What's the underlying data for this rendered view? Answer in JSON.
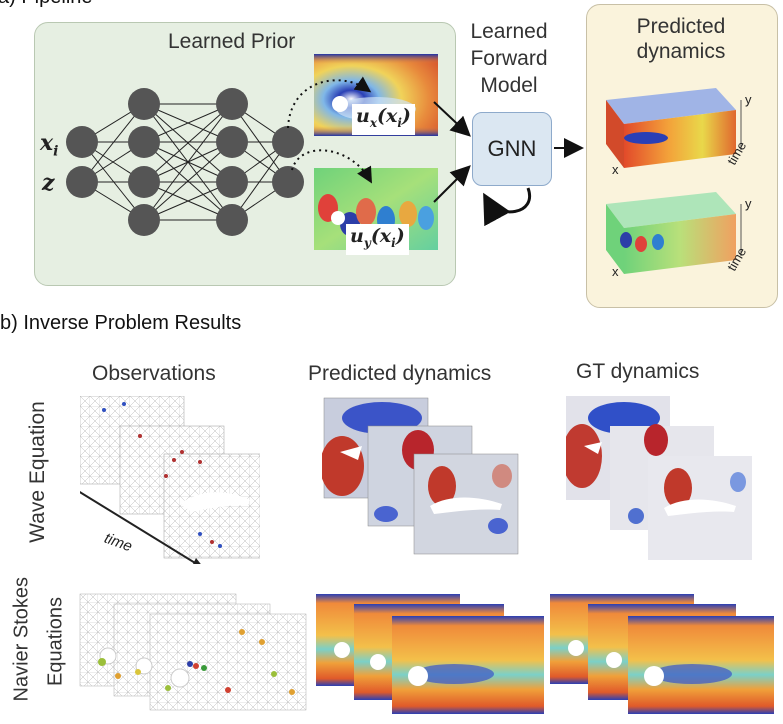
{
  "section_a": {
    "title": "a) Pipeline",
    "learned_prior": "Learned Prior",
    "input_x": "x",
    "input_x_sub": "i",
    "input_z": "z",
    "output_ux": "u",
    "output_ux_sub": "x",
    "output_ux_arg": "(x",
    "output_ux_arg_sub": "i",
    "output_uy": "u",
    "output_uy_sub": "y",
    "forward_model_title": [
      "Learned",
      "Forward",
      "Model"
    ],
    "gnn_label": "GNN",
    "predicted_title": [
      "Predicted",
      "dynamics"
    ],
    "axis_x": "x",
    "axis_y": "y",
    "axis_time": "time"
  },
  "section_b": {
    "title": "b) Inverse Problem Results",
    "columns": [
      "Observations",
      "Predicted dynamics",
      "GT dynamics"
    ],
    "rows": [
      "Wave Equation",
      "Navier Stokes",
      "Equations"
    ],
    "time_label": "time"
  },
  "colors": {
    "prior_box": "#e6efe2",
    "forward_box": "#dbe7f2",
    "predicted_box": "#faf3dc",
    "node": "#555555",
    "warm": "#c0392b",
    "cool": "#2c3ea8"
  }
}
